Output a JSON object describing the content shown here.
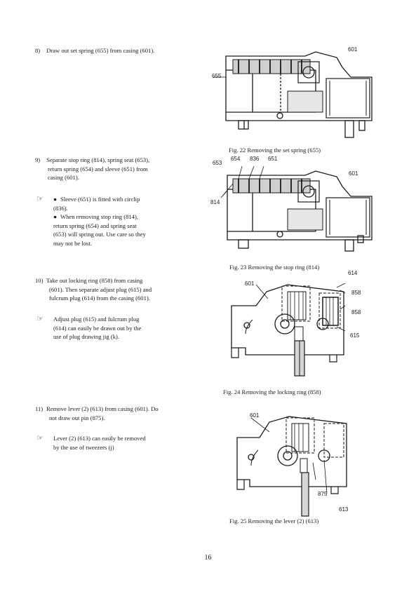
{
  "steps": [
    {
      "num": "8)",
      "lines": [
        "Draw out set spring (655) from casing (601)."
      ]
    },
    {
      "num": "9)",
      "lines": [
        "Separate stop ring (814), spring seat (653),",
        "return spring (654) and sleeve (651) from",
        "casing (601)."
      ]
    },
    {
      "num": "10)",
      "lines": [
        "Take out locking ring (858) from casing",
        "(601). Then separate adjust plug (615) and",
        "fulcrum plug (614) from the casing (601)."
      ]
    },
    {
      "num": "11)",
      "lines": [
        "Remove lever (2) (613) from casing (601). Do",
        "not draw out pin (875)."
      ]
    }
  ],
  "notes": {
    "note_9": {
      "icon": "pointing-hand-icon",
      "bullets": [
        {
          "lines": [
            "Sleeve (651) is fitted with circlip",
            "(836)."
          ]
        },
        {
          "lines": [
            "When removing stop ring (814),",
            "return spring (654) and spring seat",
            "(653) will spring out. Use care so they",
            "may not be lost."
          ]
        }
      ]
    },
    "note_10": {
      "icon": "pointing-hand-icon",
      "lines": [
        "Adjust plug (615) and fulcrum plug",
        "(614) can easily be drawn out by the",
        "use of plug drawing jig (k)."
      ]
    },
    "note_11": {
      "icon": "pointing-hand-icon",
      "lines": [
        "Lever (2) (613) can easily be removed",
        "by the use of tweezers (j)"
      ]
    }
  },
  "figures": {
    "fig22": {
      "caption": "Fig. 22   Removing the set spring (655)",
      "labels": {
        "a": "601",
        "b": "655"
      }
    },
    "fig23": {
      "caption": "Fig. 23   Removing the stop ring (814)",
      "labels": {
        "a": "653",
        "b": "654",
        "c": "836",
        "d": "651",
        "e": "601",
        "f": "814"
      }
    },
    "fig24": {
      "caption": "Fig. 24   Removing the locking ring (858)",
      "labels": {
        "a": "601",
        "b": "614",
        "c": "858",
        "d": "858",
        "e": "615"
      }
    },
    "fig25": {
      "caption": "Fig. 25   Removing the lever (2) (613)",
      "labels": {
        "a": "601",
        "b": "875",
        "c": "613"
      }
    }
  },
  "page_number": "16"
}
